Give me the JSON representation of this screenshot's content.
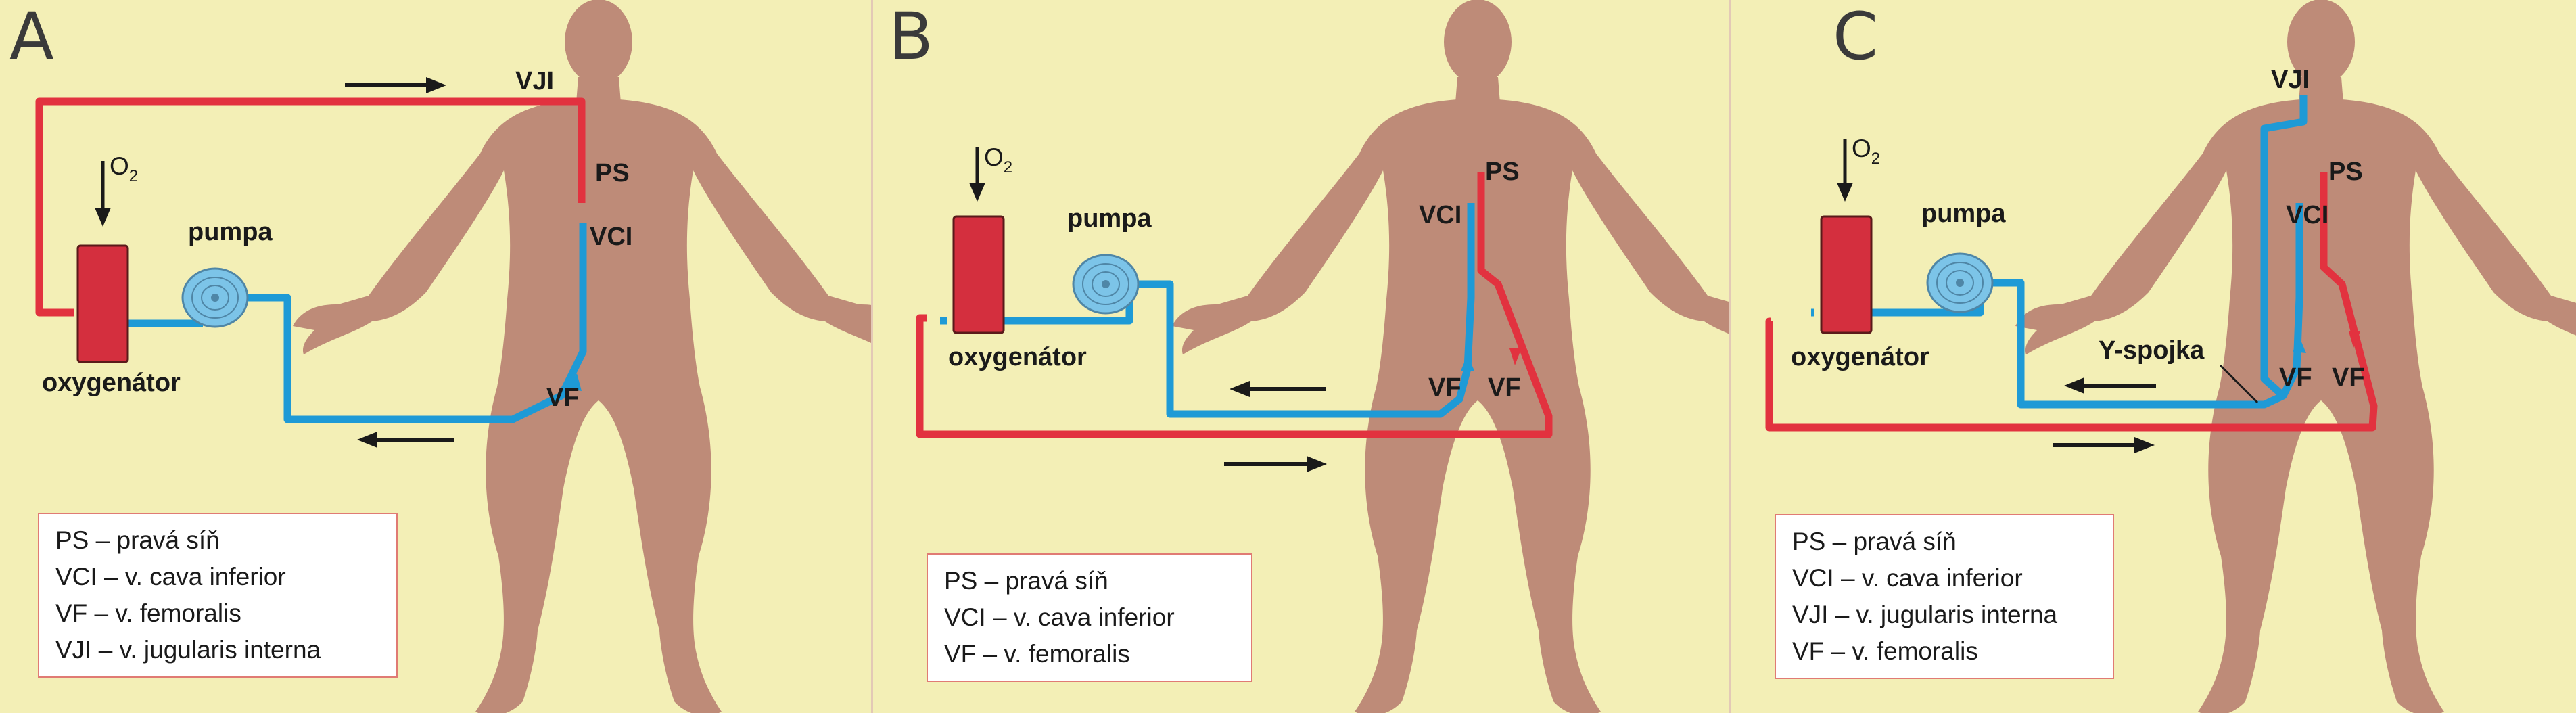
{
  "colors": {
    "background": "#f3efb6",
    "body": "#be8b78",
    "arterial": "#e2323f",
    "venous": "#1e9ad6",
    "oxygenator": "#d42f3e",
    "pump": "#7cc4e8"
  },
  "panels": [
    {
      "letter": "A",
      "labels": {
        "o2_main": "O",
        "o2_sub": "2",
        "pump": "pumpa",
        "oxygenator": "oxygenátor",
        "vji": "VJI",
        "ps": "PS",
        "vci": "VCI",
        "vf": "VF"
      },
      "legend": [
        "PS – pravá síň",
        "VCI – v. cava inferior",
        "VF – v. femoralis",
        "VJI – v. jugularis interna"
      ]
    },
    {
      "letter": "B",
      "labels": {
        "o2_main": "O",
        "o2_sub": "2",
        "pump": "pumpa",
        "oxygenator": "oxygenátor",
        "ps": "PS",
        "vci": "VCI",
        "vf_left": "VF",
        "vf_right": "VF"
      },
      "legend": [
        "PS – pravá síň",
        "VCI – v. cava inferior",
        "VF – v. femoralis"
      ]
    },
    {
      "letter": "C",
      "labels": {
        "o2_main": "O",
        "o2_sub": "2",
        "pump": "pumpa",
        "oxygenator": "oxygenátor",
        "vji": "VJI",
        "ps": "PS",
        "vci": "VCI",
        "vf_left": "VF",
        "vf_right": "VF",
        "y_junction": "Y-spojka"
      },
      "legend": [
        "PS – pravá síň",
        "VCI – v. cava inferior",
        "VJI – v. jugularis interna",
        "VF – v. femoralis"
      ]
    }
  ]
}
